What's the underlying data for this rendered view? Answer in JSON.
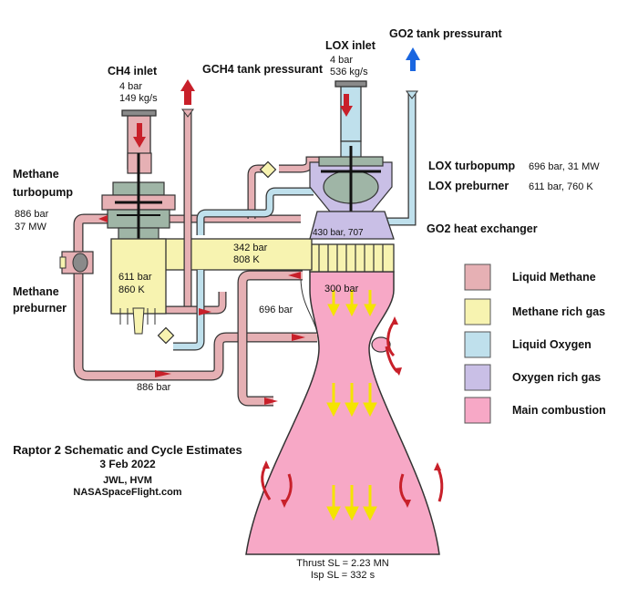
{
  "colors": {
    "liquid_methane": "#e6b0b4",
    "methane_rich_gas": "#f7f3b0",
    "liquid_oxygen": "#bfe0ec",
    "oxygen_rich_gas": "#c9bfe6",
    "main_combustion": "#f7a8c6",
    "flow_arrow": "#c8202a",
    "exhaust_arrow": "#f4e400",
    "pressurant_arrow": "#1a66e0",
    "turbopump_body": "#9fb5a6"
  },
  "labels": {
    "ch4_inlet": "CH4 inlet",
    "ch4_inlet_pressure": "4 bar",
    "ch4_inlet_flow": "149 kg/s",
    "gch4_pressurant": "GCH4 tank pressurant",
    "lox_inlet": "LOX inlet",
    "lox_inlet_pressure": "4 bar",
    "lox_inlet_flow": "536 kg/s",
    "go2_pressurant": "GO2 tank pressurant",
    "methane_turbopump_line1": "Methane",
    "methane_turbopump_line2": "turbopump",
    "methane_pump_pressure": "886 bar",
    "methane_pump_power": "37 MW",
    "methane_preburner_line1": "Methane",
    "methane_preburner_line2": "preburner",
    "methane_preburner_state": "611 bar",
    "methane_preburner_temp": "860 K",
    "lox_turbopump": "LOX turbopump",
    "lox_turbopump_values": "696 bar, 31 MW",
    "lox_preburner": "LOX preburner",
    "lox_preburner_values": "611 bar, 760 K",
    "go2_heat_exchanger": "GO2 heat exchanger",
    "ox_rich_gas_state": "430 bar, 707",
    "methane_rich_gas_pressure": "342 bar",
    "methane_rich_gas_temp": "808 K",
    "chamber_pressure": "300 bar",
    "lox_line_pressure": "696 bar",
    "coolant_line_pressure": "886 bar",
    "thrust": "Thrust SL = 2.23 MN",
    "isp": "Isp SL = 332 s"
  },
  "legend": [
    {
      "label": "Liquid Methane",
      "color": "#e6b0b4"
    },
    {
      "label": "Methane rich gas",
      "color": "#f7f3b0"
    },
    {
      "label": "Liquid Oxygen",
      "color": "#bfe0ec"
    },
    {
      "label": "Oxygen rich gas",
      "color": "#c9bfe6"
    },
    {
      "label": "Main combustion",
      "color": "#f7a8c6"
    }
  ],
  "credits": {
    "title": "Raptor 2 Schematic and Cycle Estimates",
    "date": "3 Feb 2022",
    "authors": "JWL, HVM",
    "site": "NASASpaceFlight.com"
  }
}
